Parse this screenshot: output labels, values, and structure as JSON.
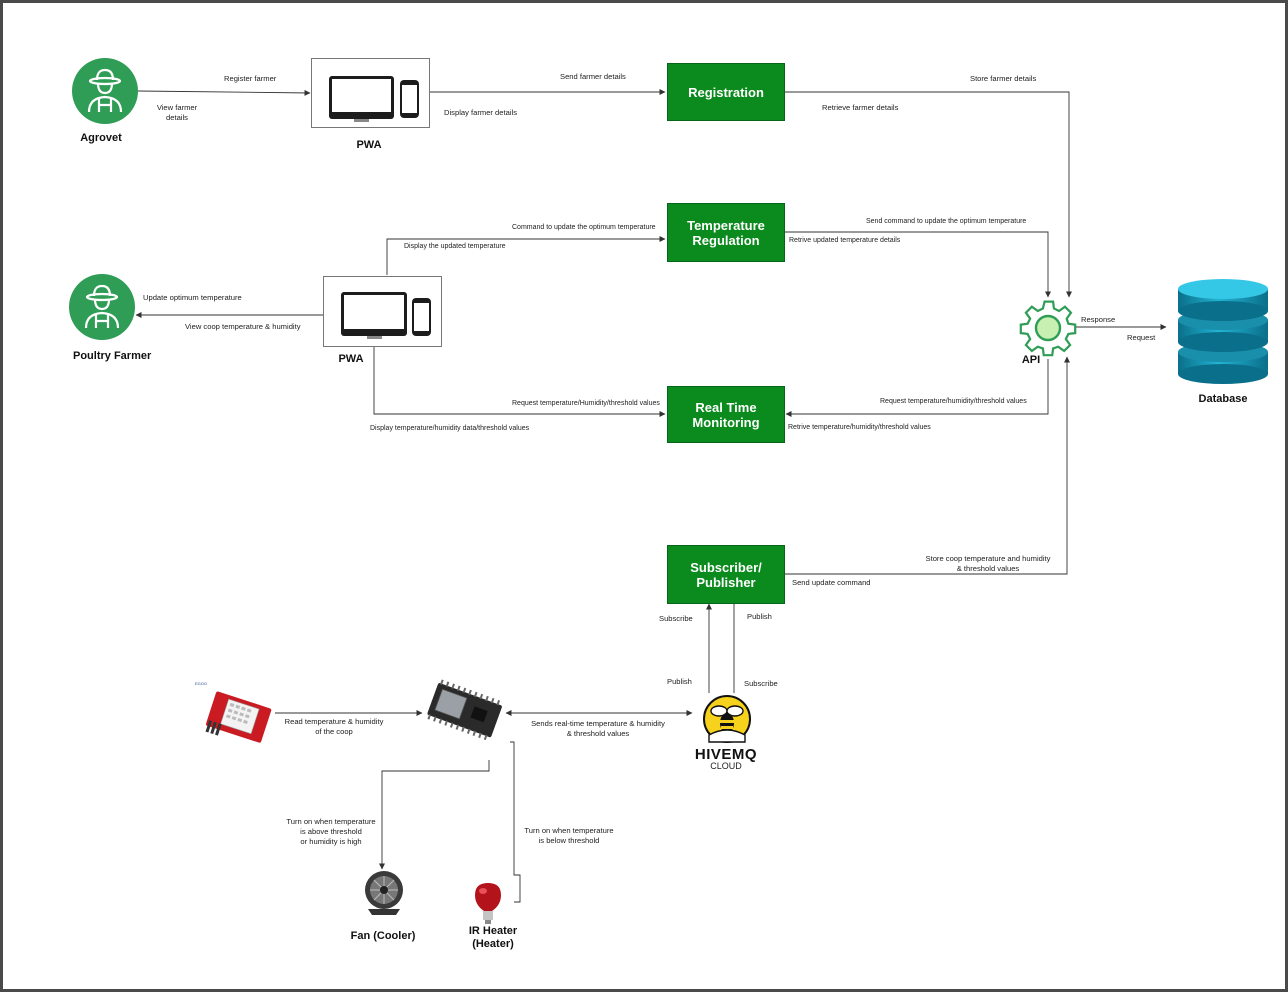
{
  "actors": {
    "agrovet": "Agrovet",
    "poultry_farmer": "Poultry Farmer",
    "database": "Database",
    "api": "API",
    "fan": "Fan (Cooler)",
    "heater": "IR Heater\n(Heater)"
  },
  "pwa": {
    "top": "PWA",
    "middle": "PWA"
  },
  "hivemq": {
    "brand": "HIVEMQ",
    "sub": "CLOUD"
  },
  "sensor_brand": "EGOO",
  "boxes": {
    "registration": "Registration",
    "temperature_regulation": "Temperature\nRegulation",
    "real_time_monitoring": "Real Time\nMonitoring",
    "subscriber_publisher": "Subscriber/\nPublisher"
  },
  "edges": {
    "register_farmer": "Register farmer",
    "view_farmer_details": "View farmer\ndetails",
    "send_farmer_details": "Send farmer details",
    "display_farmer_details": "Display farmer details",
    "store_farmer_details": "Store farmer details",
    "retrieve_farmer_details": "Retrieve farmer details",
    "command_update_optimum": "Command to update the optimum temperature",
    "display_updated_temperature": "Display  the updated temperature",
    "send_command_update_optimum": "Send command to update the optimum temperature",
    "retrive_updated_temperature": "Retrive updated temperature details",
    "update_optimum_temperature": "Update optimum temperature",
    "view_coop": "View coop temperature & humidity",
    "response": "Response",
    "request": "Request",
    "request_thv_left": "Request temperature/Humidity/threshold values",
    "display_thv": "Display temperature/humidity data/threshold values",
    "request_thv_right": "Request temperature/humidity/threshold values",
    "retrive_thv": "Retrive temperature/humidity/threshold values",
    "store_coop": "Store coop temperature and humidity\n& threshold values",
    "send_update_command": "Send update command",
    "subscribe_left": "Subscribe",
    "publish_right": "Publish",
    "publish_left": "Publish",
    "subscribe_right": "Subscribe",
    "read_temperature": "Read temperature & humidity\nof  the coop",
    "sends_realtime": "Sends real-time temperature & humidity\n& threshold values",
    "fan_condition": "Turn on when temperature\nis above threshold\nor humidity is high",
    "heater_condition": "Turn on when temperature\nis below threshold"
  },
  "colors": {
    "process_box": "#0b8a1d",
    "actor_icon": "#2f9d55",
    "database": "#1fa6c4",
    "api_gear": "#2f9d55",
    "hivemq_yellow": "#f6d21c"
  },
  "icons": {
    "agrovet": "farmer-icon",
    "poultry_farmer": "farmer-icon",
    "pwa": "desktop-and-phone-icon",
    "api": "gear-icon",
    "database": "database-cylinder-icon",
    "sensor": "dht-sensor-icon",
    "board": "esp32-board-icon",
    "broker": "hivemq-bee-icon",
    "fan": "fan-icon",
    "heater": "heat-lamp-icon"
  }
}
